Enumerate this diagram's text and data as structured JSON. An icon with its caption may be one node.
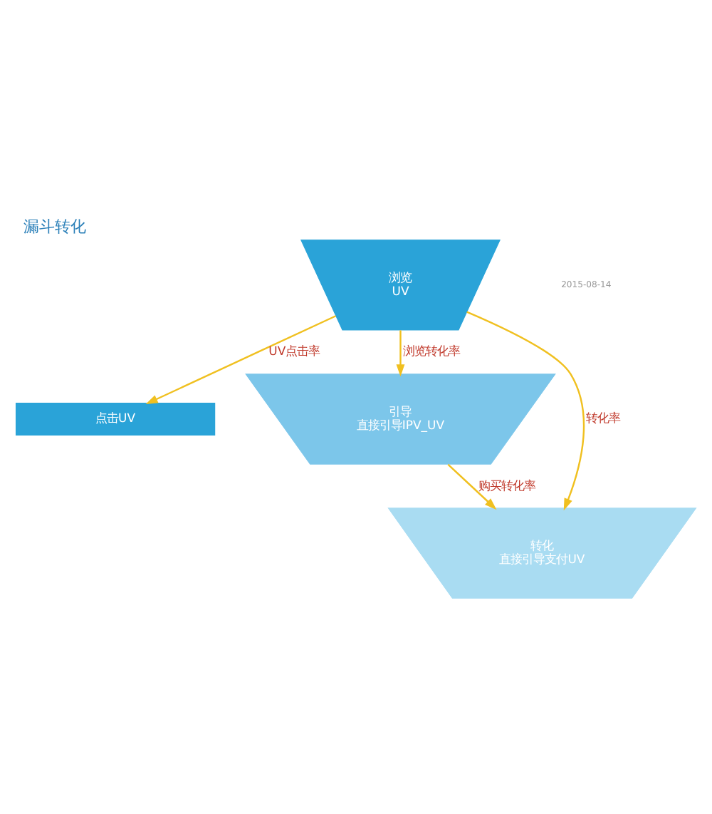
{
  "diagram": {
    "title": "漏斗转化",
    "nodes": [
      {
        "text": [
          "浏览",
          "UV"
        ]
      },
      {
        "text": [
          "点击UV"
        ]
      },
      {
        "text": [
          "引导",
          "直接引导IPV_UV"
        ]
      },
      {
        "text": [
          "转化",
          "直接引导支付UV"
        ]
      }
    ],
    "edges": [
      {
        "from": 0,
        "to": 1,
        "arrow": "to",
        "label": "UV点击率"
      },
      {
        "from": 0,
        "to": 2,
        "arrow": "to",
        "label": "浏览转化率"
      },
      {
        "from": 0,
        "to": 3,
        "arrow": "to",
        "label": "转化率"
      },
      {
        "from": 2,
        "to": 3,
        "arrow": "to",
        "label": "购买转化率"
      }
    ],
    "labels": [
      "2015-08-14"
    ]
  }
}
